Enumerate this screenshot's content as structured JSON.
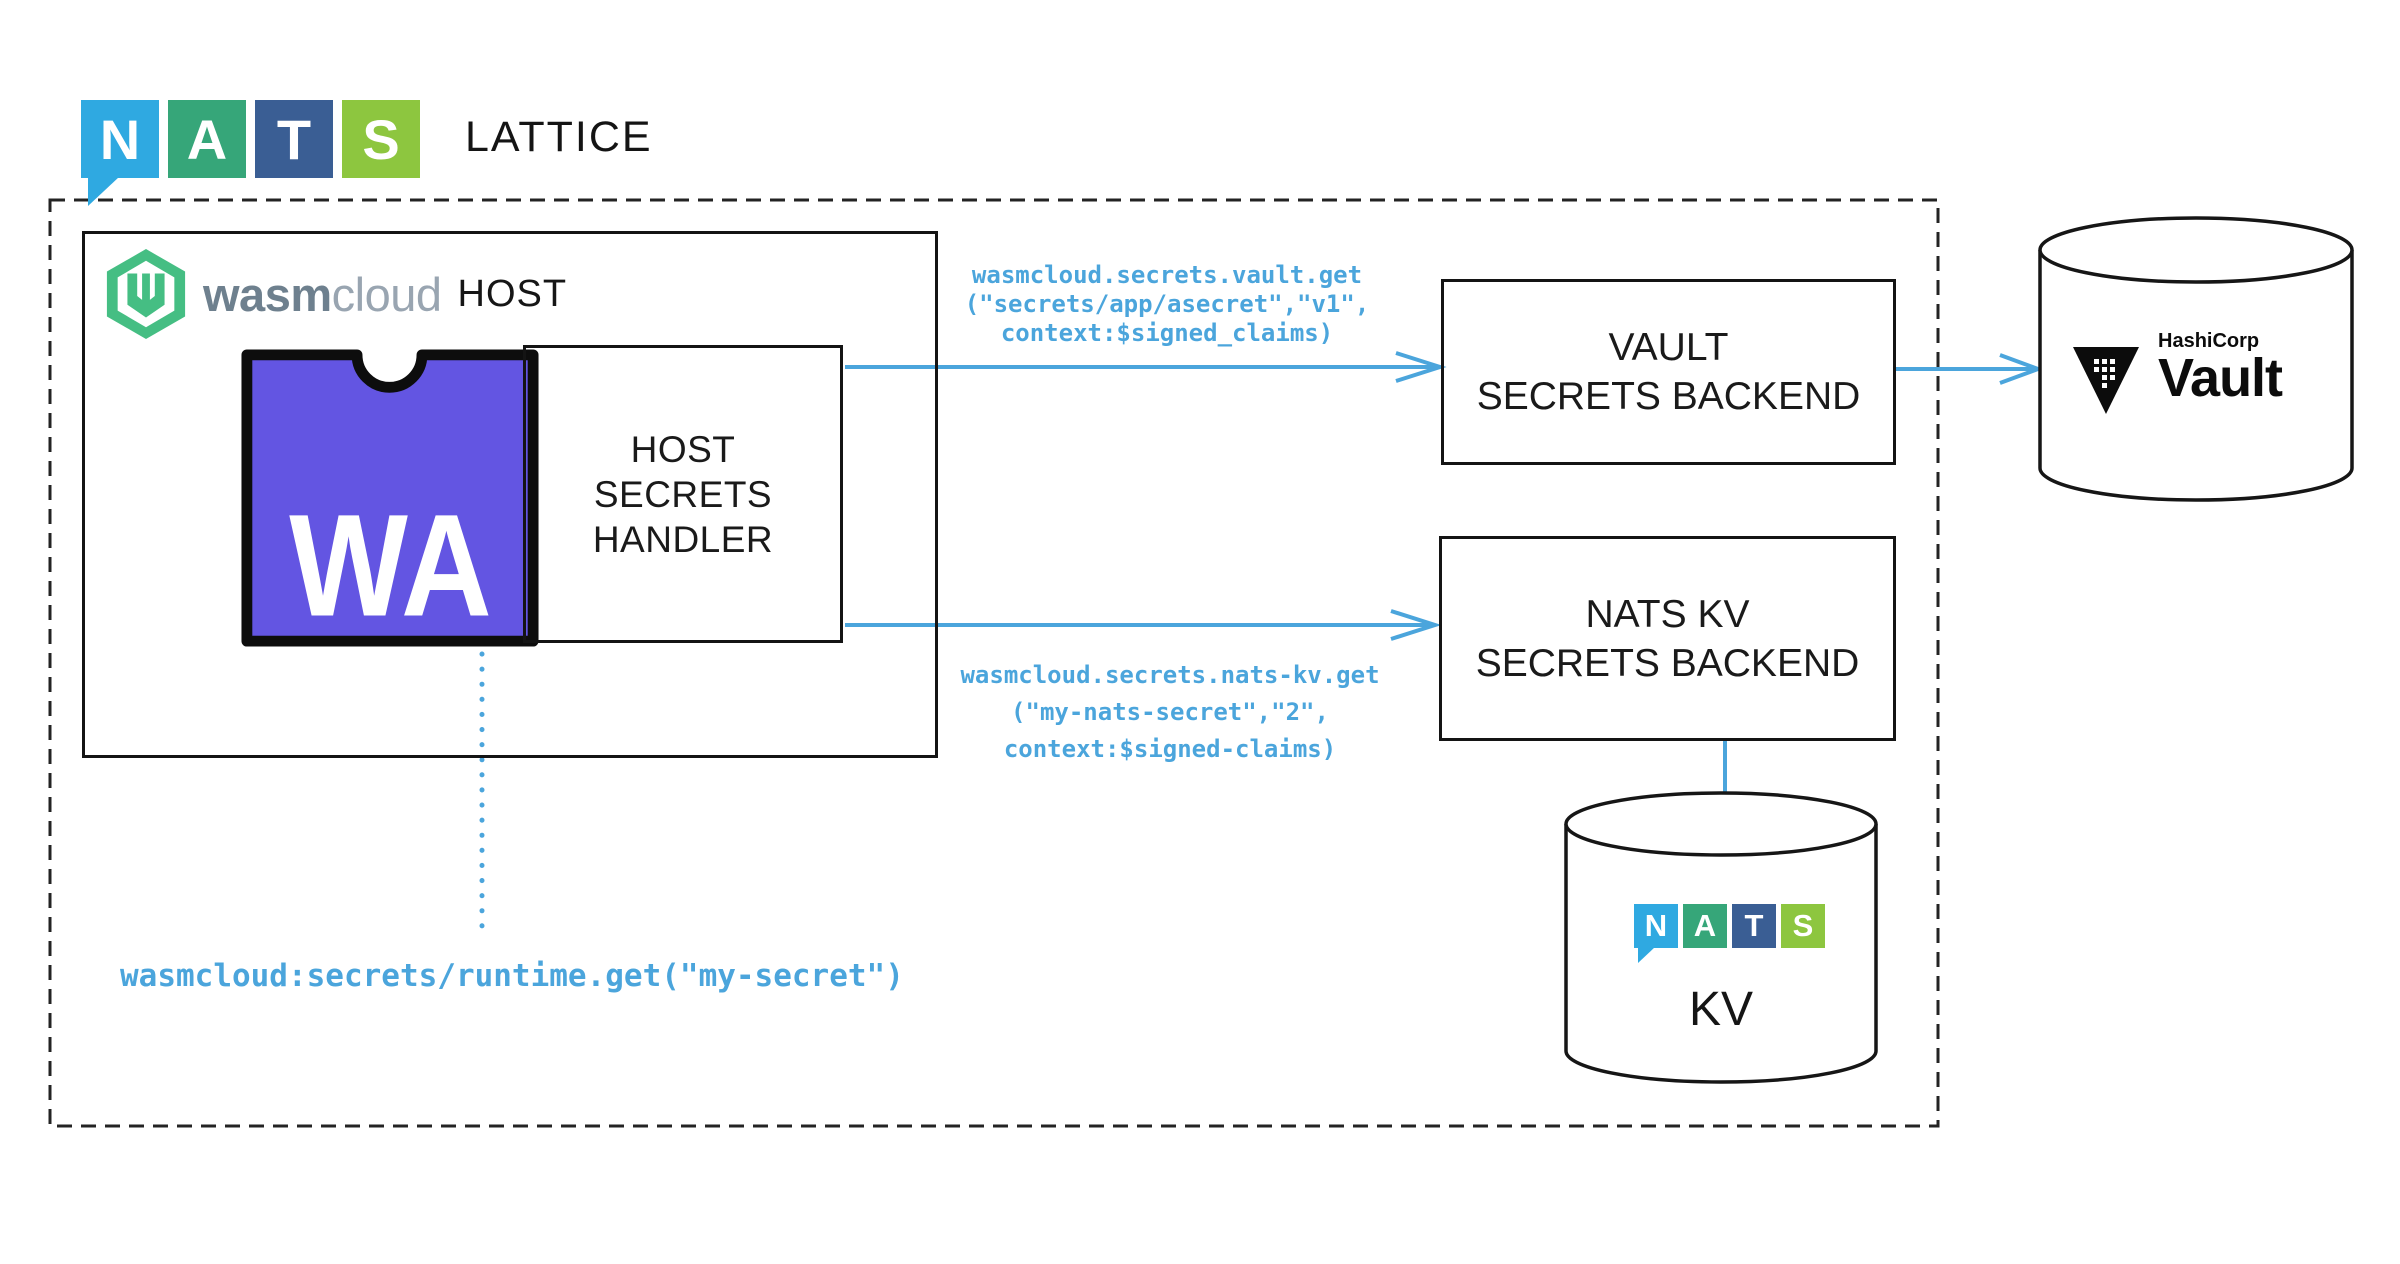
{
  "header": {
    "nats_letters": [
      "N",
      "A",
      "T",
      "S"
    ],
    "lattice_label": "LATTICE"
  },
  "host": {
    "brand_bold": "wasm",
    "brand_light": "cloud",
    "title": "HOST",
    "wa_label": "WA"
  },
  "handler_box": {
    "lines": [
      "HOST",
      "SECRETS",
      "HANDLER"
    ]
  },
  "vault_backend_box": {
    "lines": [
      "VAULT",
      "SECRETS BACKEND"
    ]
  },
  "natskv_backend_box": {
    "lines": [
      "NATS KV",
      "SECRETS BACKEND"
    ]
  },
  "vault_db": {
    "brand": "HashiCorp",
    "name": "Vault"
  },
  "kv_db": {
    "nats_letters": [
      "N",
      "A",
      "T",
      "S"
    ],
    "label": "KV"
  },
  "calls": {
    "vault_lines": [
      "wasmcloud.secrets.vault.get",
      "(\"secrets/app/asecret\",\"v1\",",
      "context:$signed_claims)"
    ],
    "natskv_lines": [
      "wasmcloud.secrets.nats-kv.get",
      "(\"my-nats-secret\",\"2\",",
      "context:$signed-claims)"
    ],
    "runtime": "wasmcloud:secrets/runtime.get(\"my-secret\")"
  },
  "colors": {
    "arrow_blue": "#4BA5DC",
    "nats_n": "#2FA9E1",
    "nats_a": "#36A679",
    "nats_t": "#3A5E94",
    "nats_s": "#8DC63F",
    "wasm_purple": "#6355E2",
    "wasmcloud_green": "#45BE83",
    "border_black": "#141414"
  }
}
